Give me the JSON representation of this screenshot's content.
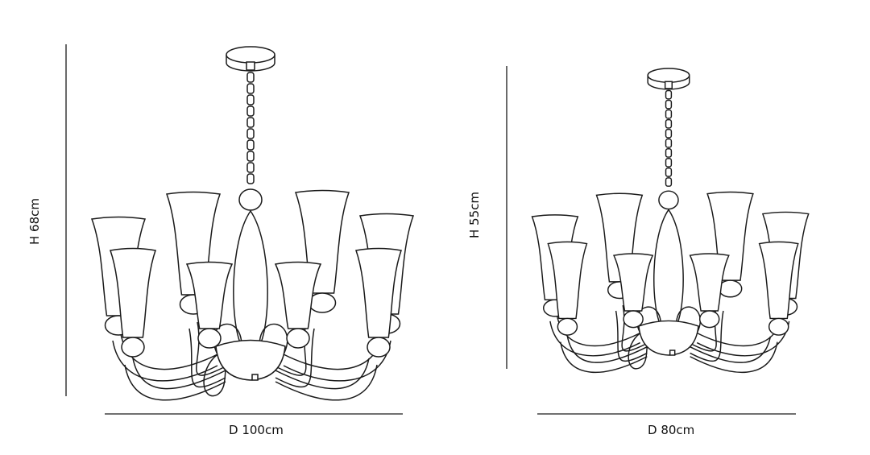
{
  "drawings": [
    {
      "height_label": "H 68cm",
      "diameter_label": "D 100cm"
    },
    {
      "height_label": "H 55cm",
      "diameter_label": "D 80cm"
    }
  ],
  "colors": {
    "line": "#1a1a1a",
    "background": "#ffffff"
  }
}
